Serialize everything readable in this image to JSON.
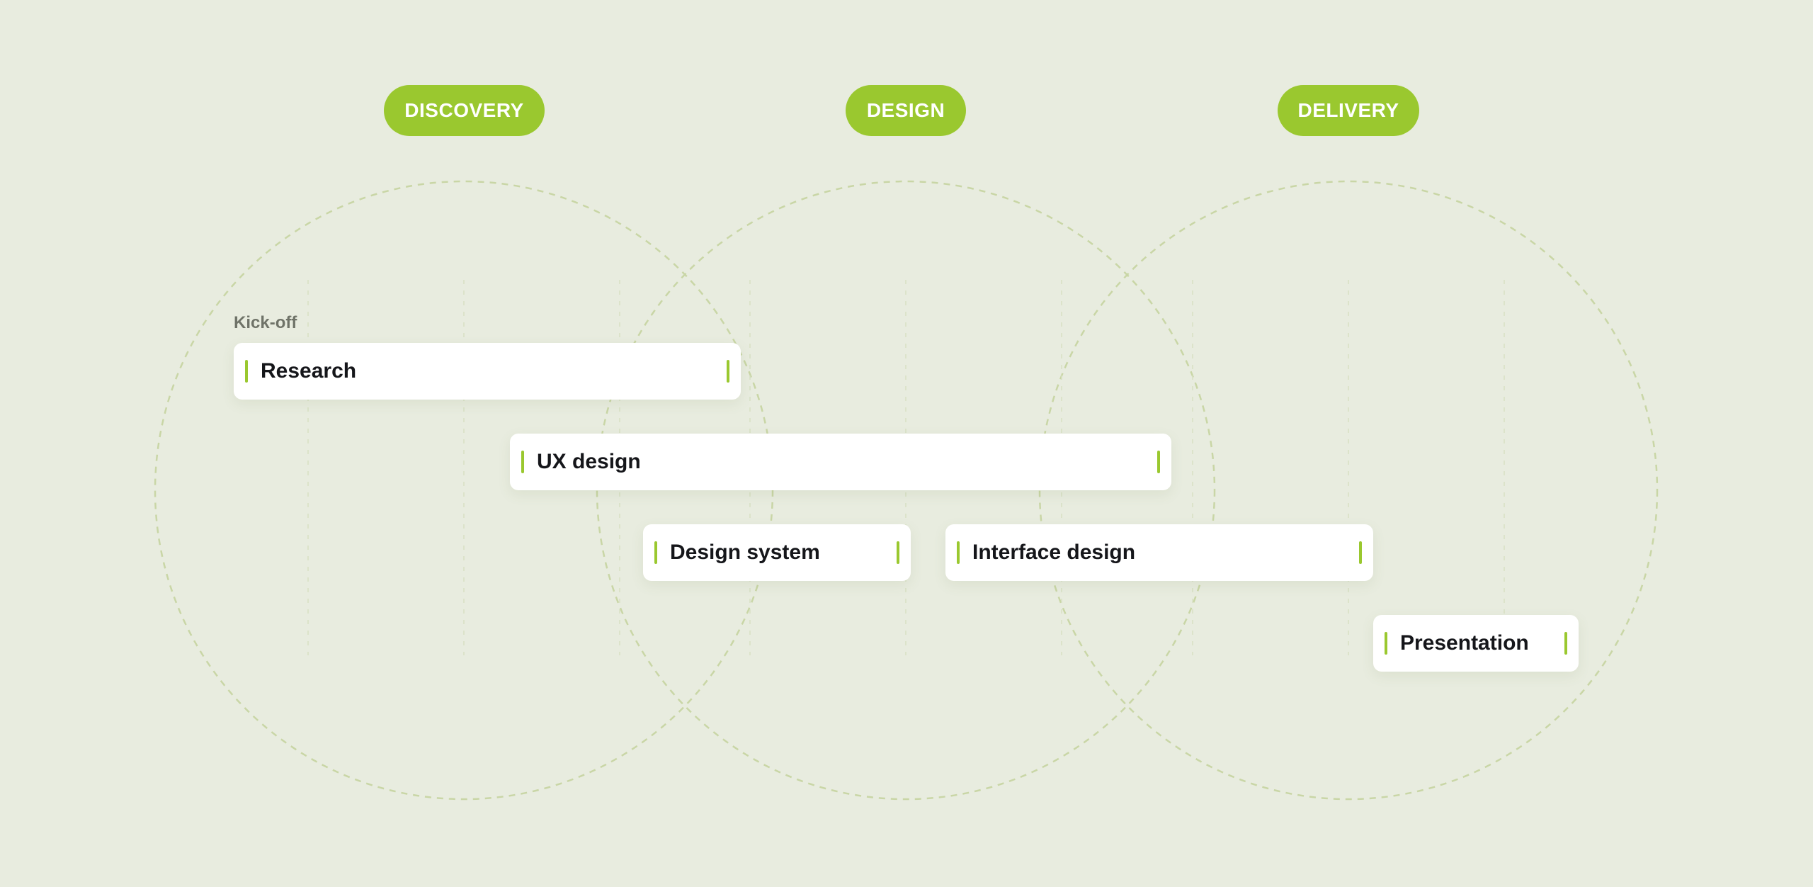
{
  "phases": [
    {
      "label": "DISCOVERY"
    },
    {
      "label": "DESIGN"
    },
    {
      "label": "DELIVERY"
    }
  ],
  "milestone": {
    "label": "Kick-off"
  },
  "tasks": [
    {
      "label": "Research"
    },
    {
      "label": "UX design"
    },
    {
      "label": "Design system"
    },
    {
      "label": "Interface design"
    },
    {
      "label": "Presentation"
    }
  ],
  "colors": {
    "background": "#e8ecdf",
    "accent": "#9ac82f",
    "circle_stroke": "#c9d6a6",
    "card": "#ffffff",
    "text": "#15161a"
  }
}
